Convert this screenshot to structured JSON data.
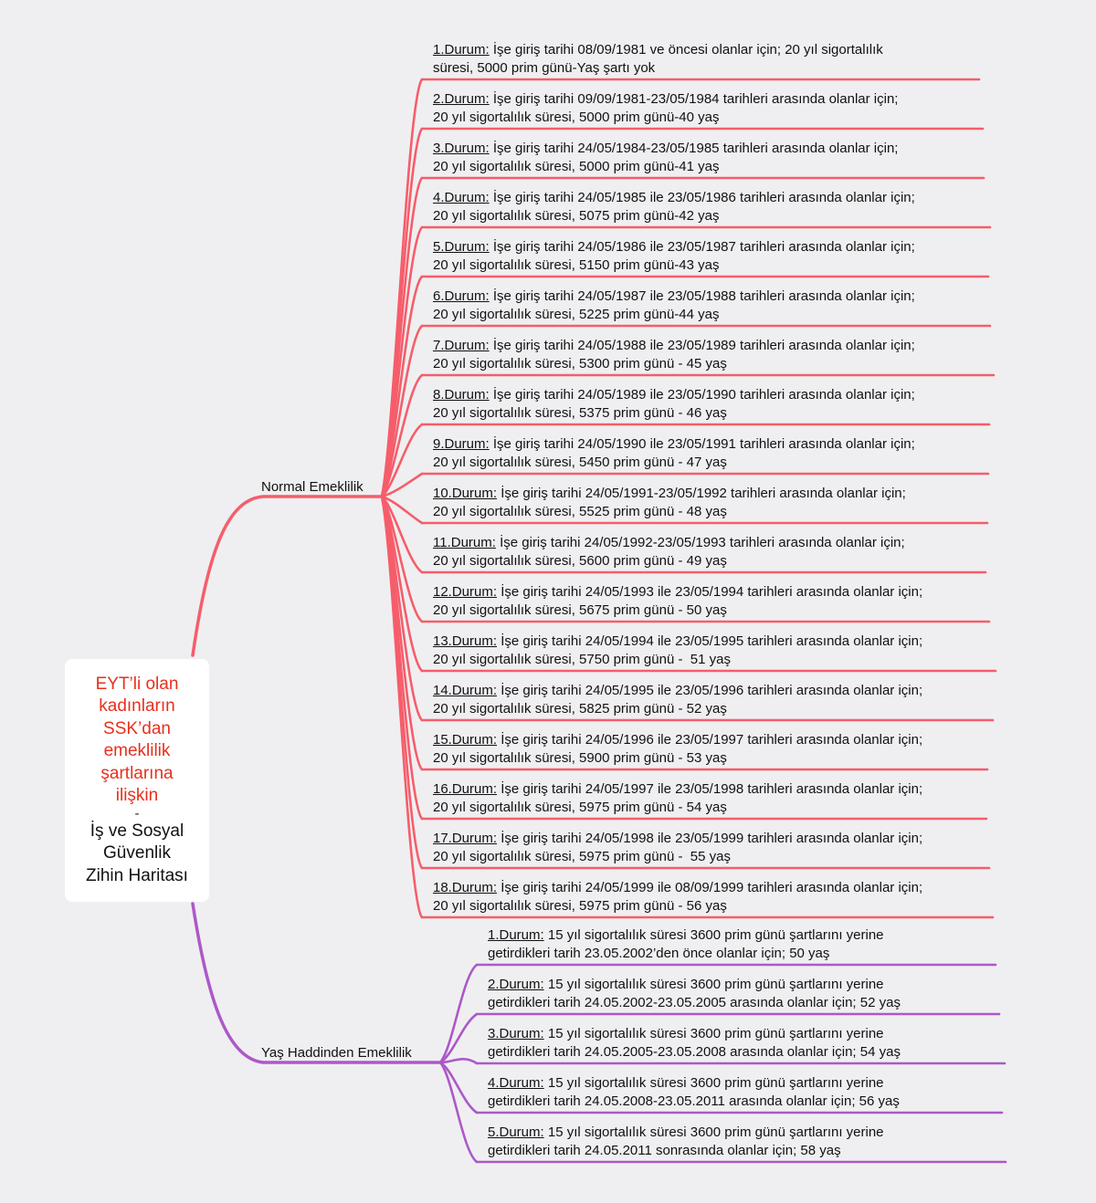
{
  "root": {
    "title": "EYT’li olan\nkadınların\nSSK’dan\nemeklilik\nşartlarına\nilişkin",
    "separator": "-",
    "subtitle": "İş ve Sosyal\nGüvenlik\nZihin Haritası"
  },
  "colors": {
    "normal": "#f65d6a",
    "yas": "#ad58c8",
    "title": "#e8301c",
    "background": "#efeff1"
  },
  "branches": [
    {
      "label": "Normal Emeklilik",
      "color": "#f65d6a",
      "items": [
        {
          "label": "1.Durum:",
          "line1": " İşe giriş tarihi 08/09/1981 ve öncesi olanlar için; 20 yıl sigortalılık",
          "line2": "süresi, 5000 prim günü-Yaş şartı yok"
        },
        {
          "label": "2.Durum:",
          "line1": " İşe giriş tarihi 09/09/1981-23/05/1984 tarihleri arasında olanlar için;",
          "line2": "20 yıl sigortalılık süresi, 5000 prim günü-40 yaş"
        },
        {
          "label": "3.Durum:",
          "line1": " İşe giriş tarihi 24/05/1984-23/05/1985 tarihleri arasında olanlar için;",
          "line2": "20 yıl sigortalılık süresi, 5000 prim günü-41 yaş"
        },
        {
          "label": "4.Durum:",
          "line1": " İşe giriş tarihi 24/05/1985 ile 23/05/1986 tarihleri arasında olanlar için;",
          "line2": "20 yıl sigortalılık süresi, 5075 prim günü-42 yaş"
        },
        {
          "label": "5.Durum:",
          "line1": " İşe giriş tarihi 24/05/1986 ile 23/05/1987 tarihleri arasında olanlar için;",
          "line2": "20 yıl sigortalılık süresi, 5150 prim günü-43 yaş"
        },
        {
          "label": "6.Durum:",
          "line1": " İşe giriş tarihi 24/05/1987 ile 23/05/1988 tarihleri arasında olanlar için;",
          "line2": "20 yıl sigortalılık süresi, 5225 prim günü-44 yaş"
        },
        {
          "label": "7.Durum:",
          "line1": " İşe giriş tarihi 24/05/1988 ile 23/05/1989 tarihleri arasında olanlar için;",
          "line2": "20 yıl sigortalılık süresi, 5300 prim günü - 45 yaş"
        },
        {
          "label": "8.Durum:",
          "line1": " İşe giriş tarihi 24/05/1989 ile 23/05/1990 tarihleri arasında olanlar için;",
          "line2": "20 yıl sigortalılık süresi, 5375 prim günü - 46 yaş"
        },
        {
          "label": "9.Durum:",
          "line1": " İşe giriş tarihi 24/05/1990 ile 23/05/1991 tarihleri arasında olanlar için;",
          "line2": "20 yıl sigortalılık süresi, 5450 prim günü - 47 yaş"
        },
        {
          "label": "10.Durum:",
          "line1": " İşe giriş tarihi 24/05/1991-23/05/1992 tarihleri arasında olanlar için;",
          "line2": "20 yıl sigortalılık süresi, 5525 prim günü - 48 yaş"
        },
        {
          "label": "11.Durum:",
          "line1": " İşe giriş tarihi 24/05/1992-23/05/1993 tarihleri arasında olanlar için;",
          "line2": "20 yıl sigortalılık süresi, 5600 prim günü - 49 yaş"
        },
        {
          "label": "12.Durum:",
          "line1": " İşe giriş tarihi 24/05/1993 ile 23/05/1994 tarihleri arasında olanlar için;",
          "line2": "20 yıl sigortalılık süresi, 5675 prim günü - 50 yaş"
        },
        {
          "label": "13.Durum:",
          "line1": " İşe giriş tarihi 24/05/1994 ile 23/05/1995 tarihleri arasında olanlar için;",
          "line2": "20 yıl sigortalılık süresi, 5750 prim günü -  51 yaş"
        },
        {
          "label": "14.Durum:",
          "line1": " İşe giriş tarihi 24/05/1995 ile 23/05/1996 tarihleri arasında olanlar için;",
          "line2": "20 yıl sigortalılık süresi, 5825 prim günü - 52 yaş"
        },
        {
          "label": "15.Durum:",
          "line1": " İşe giriş tarihi 24/05/1996 ile 23/05/1997 tarihleri arasında olanlar için;",
          "line2": "20 yıl sigortalılık süresi, 5900 prim günü - 53 yaş"
        },
        {
          "label": "16.Durum:",
          "line1": " İşe giriş tarihi 24/05/1997 ile 23/05/1998 tarihleri arasında olanlar için;",
          "line2": "20 yıl sigortalılık süresi, 5975 prim günü - 54 yaş"
        },
        {
          "label": "17.Durum:",
          "line1": " İşe giriş tarihi 24/05/1998 ile 23/05/1999 tarihleri arasında olanlar için;",
          "line2": "20 yıl sigortalılık süresi, 5975 prim günü -  55 yaş"
        },
        {
          "label": "18.Durum:",
          "line1": " İşe giriş tarihi 24/05/1999 ile 08/09/1999 tarihleri arasında olanlar için;",
          "line2": "20 yıl sigortalılık süresi, 5975 prim günü - 56 yaş"
        }
      ]
    },
    {
      "label": "Yaş Haddinden Emeklilik",
      "color": "#ad58c8",
      "items": [
        {
          "label": "1.Durum:",
          "line1": " 15 yıl sigortalılık süresi 3600 prim günü şartlarını yerine",
          "line2": "getirdikleri tarih 23.05.2002’den önce olanlar için; 50 yaş"
        },
        {
          "label": "2.Durum:",
          "line1": " 15 yıl sigortalılık süresi 3600 prim günü şartlarını yerine",
          "line2": "getirdikleri tarih 24.05.2002-23.05.2005 arasında olanlar için; 52 yaş"
        },
        {
          "label": "3.Durum:",
          "line1": " 15 yıl sigortalılık süresi 3600 prim günü şartlarını yerine",
          "line2": "getirdikleri tarih 24.05.2005-23.05.2008 arasında olanlar için; 54 yaş"
        },
        {
          "label": "4.Durum:",
          "line1": " 15 yıl sigortalılık süresi 3600 prim günü şartlarını yerine",
          "line2": "getirdikleri tarih 24.05.2008-23.05.2011 arasında olanlar için; 56 yaş"
        },
        {
          "label": "5.Durum:",
          "line1": " 15 yıl sigortalılık süresi 3600 prim günü şartlarını yerine",
          "line2": "getirdikleri tarih 24.05.2011 sonrasında olanlar için; 58 yaş"
        }
      ]
    }
  ]
}
